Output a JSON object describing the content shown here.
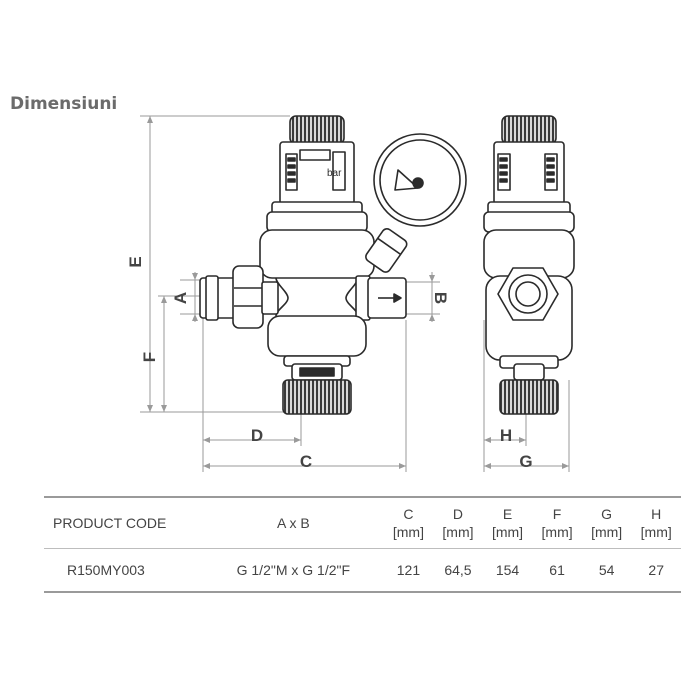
{
  "title": "Dimensiuni",
  "dimension_labels": {
    "a": "A",
    "b": "B",
    "c": "C",
    "d": "D",
    "e": "E",
    "f": "F",
    "g": "G",
    "h": "H"
  },
  "gauge_unit": "bar",
  "table": {
    "headers": [
      {
        "label": "PRODUCT CODE",
        "unit": ""
      },
      {
        "label": "A x B",
        "unit": ""
      },
      {
        "label": "C",
        "unit": "[mm]"
      },
      {
        "label": "D",
        "unit": "[mm]"
      },
      {
        "label": "E",
        "unit": "[mm]"
      },
      {
        "label": "F",
        "unit": "[mm]"
      },
      {
        "label": "G",
        "unit": "[mm]"
      },
      {
        "label": "H",
        "unit": "[mm]"
      }
    ],
    "row": {
      "code": "R150MY003",
      "axb": "G 1/2\"M x G 1/2\"F",
      "c": "121",
      "d": "64,5",
      "e": "154",
      "f": "61",
      "g": "54",
      "h": "27"
    }
  }
}
